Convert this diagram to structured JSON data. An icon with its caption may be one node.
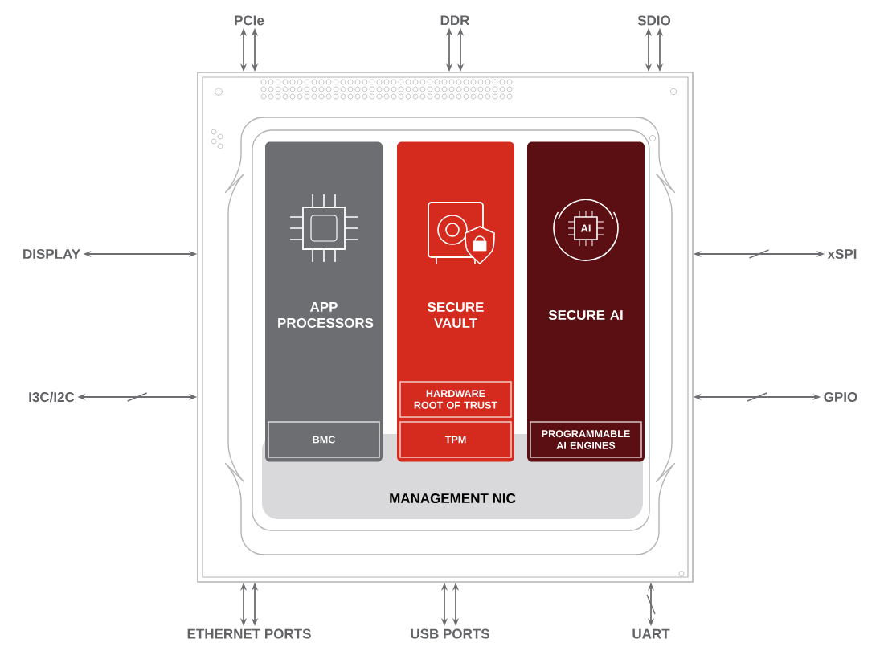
{
  "diagram": {
    "nodes": [
      {
        "text": [],
        "shape": "box"
      },
      {
        "text": [
          "PCIe"
        ]
      },
      {
        "text": [
          "DDR"
        ]
      },
      {
        "text": [
          "SDIO"
        ]
      },
      {
        "text": [
          "DISPLAY"
        ]
      },
      {
        "text": [
          "xSPI"
        ]
      },
      {
        "text": [
          "I3C/I2C"
        ]
      },
      {
        "text": [
          "GPIO"
        ]
      },
      {
        "text": [
          "ETHERNET PORTS"
        ]
      },
      {
        "text": [
          "USB PORTS"
        ]
      },
      {
        "text": [
          "UART"
        ]
      },
      {
        "text": [
          "APP PROCESSORS"
        ],
        "in": 0
      },
      {
        "text": [
          "SECURE VAULT"
        ],
        "in": 0
      },
      {
        "text": [
          "SECURE AI"
        ],
        "in": 0
      },
      {
        "text": [
          "BMC"
        ],
        "in": 11
      },
      {
        "text": [
          "HARDWARE ROOT OF TRUST"
        ],
        "in": 12
      },
      {
        "text": [
          "TPM"
        ],
        "in": 12
      },
      {
        "text": [
          "PROGRAMMABLE AI ENGINES"
        ],
        "in": 13
      },
      {
        "text": [
          "MANAGEMENT NIC"
        ],
        "in": 0
      }
    ],
    "edges": [
      {
        "from": 1,
        "to": 0,
        "arrow": "both"
      },
      {
        "from": 1,
        "to": 0,
        "arrow": "both"
      },
      {
        "from": 2,
        "to": 0,
        "arrow": "both"
      },
      {
        "from": 2,
        "to": 0,
        "arrow": "both"
      },
      {
        "from": 3,
        "to": 0,
        "arrow": "both"
      },
      {
        "from": 3,
        "to": 0,
        "arrow": "both"
      },
      {
        "from": 4,
        "to": 0,
        "arrow": "both"
      },
      {
        "from": 5,
        "to": 0,
        "arrow": "both"
      },
      {
        "from": 6,
        "to": 0,
        "arrow": "both"
      },
      {
        "from": 7,
        "to": 0,
        "arrow": "both"
      },
      {
        "from": 8,
        "to": 0,
        "arrow": "both"
      },
      {
        "from": 8,
        "to": 0,
        "arrow": "both"
      },
      {
        "from": 9,
        "to": 0,
        "arrow": "both"
      },
      {
        "from": 9,
        "to": 0,
        "arrow": "both"
      },
      {
        "from": 10,
        "to": 0,
        "arrow": "both"
      }
    ],
    "labels": [
      "AI"
    ]
  }
}
